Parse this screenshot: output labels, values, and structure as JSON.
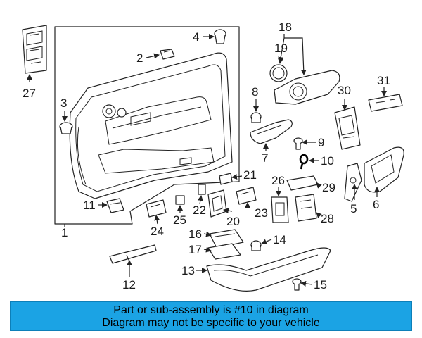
{
  "callouts": [
    "1",
    "2",
    "3",
    "4",
    "5",
    "6",
    "7",
    "8",
    "9",
    "10",
    "11",
    "12",
    "13",
    "14",
    "15",
    "16",
    "17",
    "18",
    "19",
    "20",
    "21",
    "22",
    "23",
    "24",
    "25",
    "26",
    "27",
    "28",
    "29",
    "30",
    "31"
  ],
  "highlighted_part": "10",
  "banner": {
    "line1": "Part or sub-assembly is #10 in diagram",
    "line2": "Diagram may not be specific to your vehicle",
    "color": "#1ba3e4"
  }
}
